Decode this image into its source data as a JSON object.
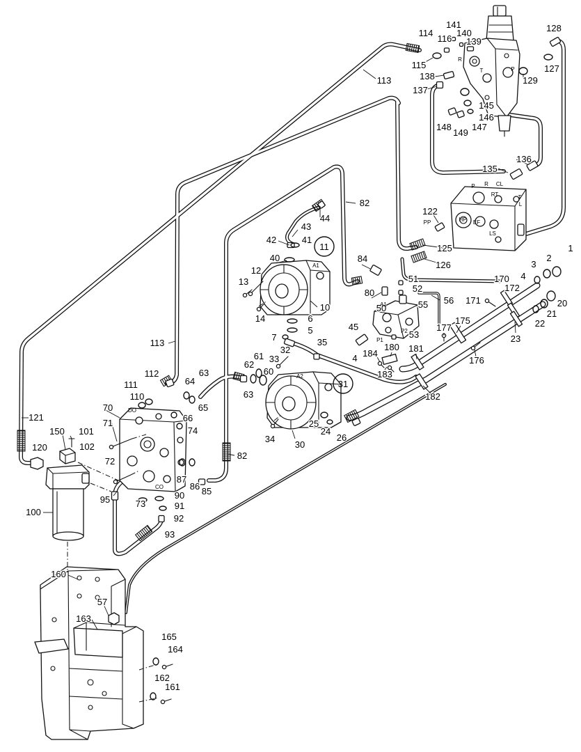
{
  "callouts": [
    "141",
    "140",
    "114",
    "116",
    "139",
    "128",
    "127",
    "115",
    "113",
    "129",
    "138",
    "137",
    "145",
    "146",
    "147",
    "148",
    "149",
    "136",
    "135",
    "82",
    "44",
    "122",
    "43",
    "42",
    "41",
    "125",
    "40",
    "84",
    "126",
    "12",
    "13",
    "1",
    "2",
    "3",
    "4",
    "170",
    "172",
    "51",
    "80",
    "52",
    "171",
    "56",
    "20",
    "50",
    "55",
    "10",
    "14",
    "6",
    "21",
    "22",
    "5",
    "45",
    "177",
    "175",
    "53",
    "7",
    "23",
    "35",
    "113",
    "32",
    "180",
    "181",
    "33",
    "184",
    "4",
    "176",
    "61",
    "62",
    "183",
    "60",
    "63",
    "112",
    "64",
    "111",
    "63",
    "110",
    "182",
    "65",
    "70",
    "66",
    "121",
    "71",
    "101",
    "150",
    "74",
    "25",
    "24",
    "26",
    "34",
    "30",
    "102",
    "120",
    "82",
    "72",
    "87",
    "86",
    "85",
    "95",
    "73",
    "90",
    "91",
    "100",
    "92",
    "93",
    "160",
    "57",
    "163",
    "165",
    "164",
    "162",
    "161"
  ],
  "circled_callouts": [
    "11",
    "31"
  ],
  "port_labels": [
    "R",
    "P",
    "T",
    "P",
    "R",
    "CL",
    "RT",
    "T",
    "L",
    "PP",
    "HP",
    "EF",
    "LS",
    "A1",
    "A1",
    "P1",
    "P2",
    "A2",
    "DO",
    "CO"
  ]
}
